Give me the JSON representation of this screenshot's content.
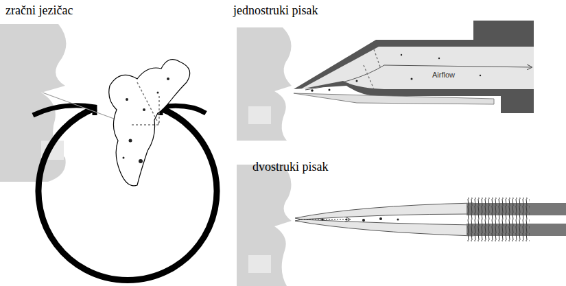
{
  "diagram": {
    "labels": [
      "zračni jezičac",
      "jednostruki pisak",
      "dvostruki pisak",
      "Airflow"
    ]
  }
}
